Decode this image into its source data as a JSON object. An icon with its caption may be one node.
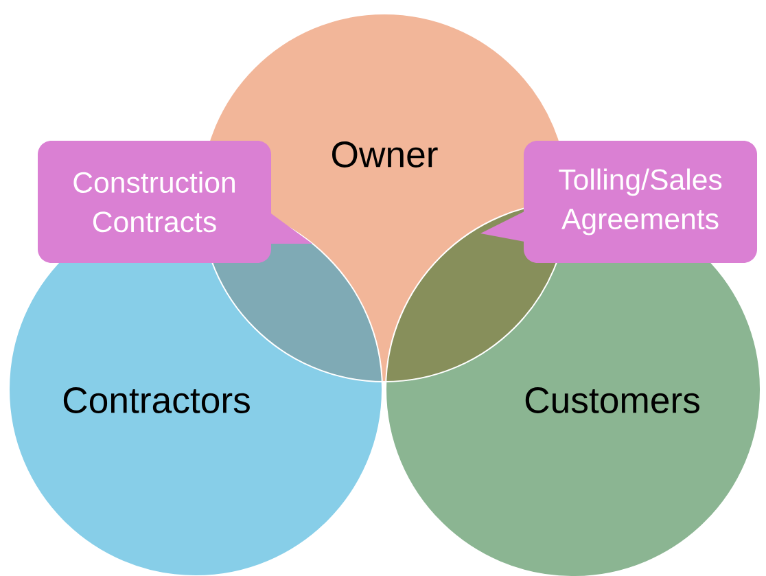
{
  "diagram": {
    "nodes": [
      {
        "text": [
          "Owner"
        ]
      },
      {
        "text": [
          "Contractors"
        ]
      },
      {
        "text": [
          "Customers"
        ]
      },
      {
        "text": [
          "Construction Contracts"
        ]
      },
      {
        "text": [
          "Tolling/Sales Agreements"
        ]
      }
    ]
  }
}
